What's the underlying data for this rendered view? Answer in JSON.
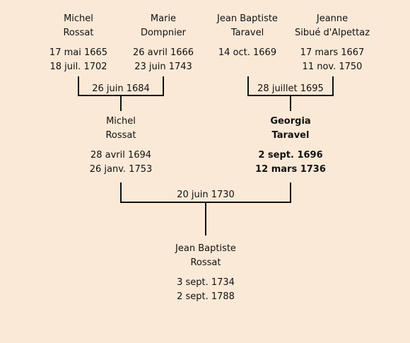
{
  "grandparents": [
    {
      "first": "Michel",
      "last": "Rossat",
      "birth": "17 mai 1665",
      "death": "18 juil. 1702"
    },
    {
      "first": "Marie",
      "last": "Dompnier",
      "birth": "26 avril 1666",
      "death": "23 juin 1743"
    },
    {
      "first": "Jean Baptiste",
      "last": "Taravel",
      "birth": "14 oct. 1669",
      "death": ""
    },
    {
      "first": "Jeanne",
      "last": "Sibué d'Alpettaz",
      "birth": "17 mars 1667",
      "death": "11 nov. 1750"
    }
  ],
  "marriages": {
    "paternal_grandparents": "26 juin 1684",
    "maternal_grandparents": "28 juillet 1695",
    "parents": "20 juin 1730"
  },
  "parents": [
    {
      "first": "Michel",
      "last": "Rossat",
      "birth": "28 avril 1694",
      "death": "26 janv. 1753"
    },
    {
      "first": "Georgia",
      "last": "Taravel",
      "birth": "2 sept. 1696",
      "death": "12 mars 1736"
    }
  ],
  "child": {
    "first": "Jean Baptiste",
    "last": "Rossat",
    "birth": "3 sept. 1734",
    "death": "2 sept. 1788"
  }
}
